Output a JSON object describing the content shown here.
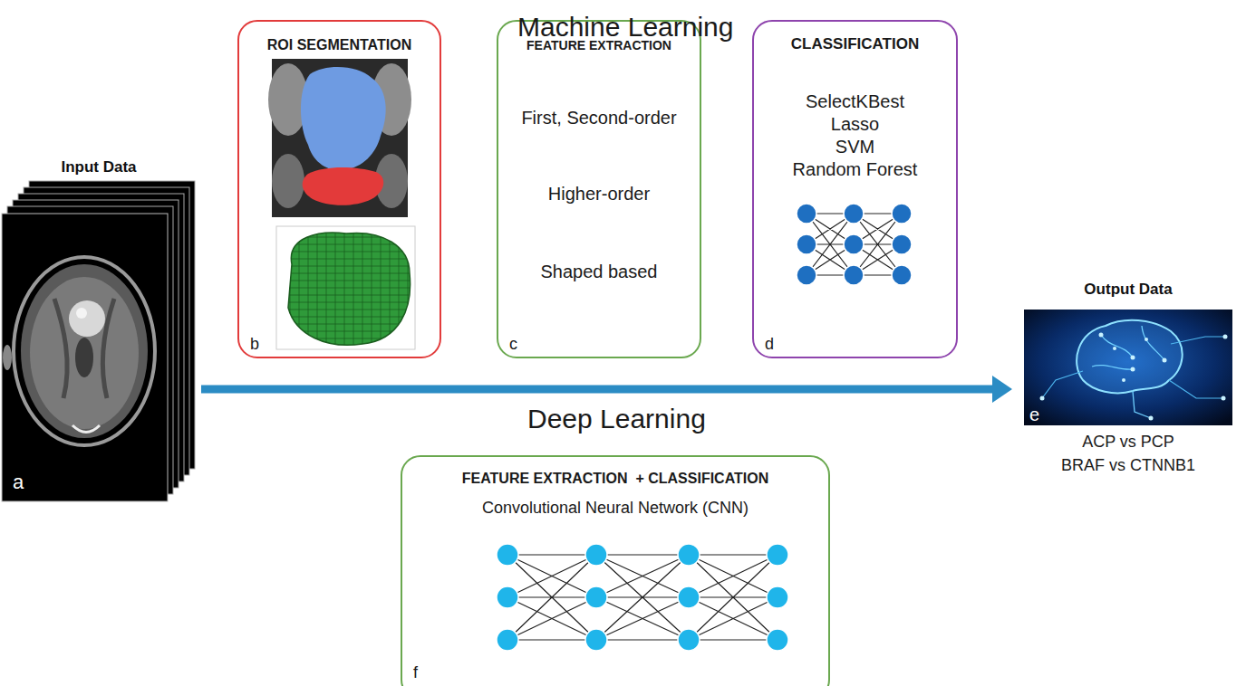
{
  "diagram": {
    "nodes": [
      {
        "text": [
          "Input Data",
          "a"
        ]
      },
      {
        "text": [
          "ROI SEGMENTATION",
          "b"
        ]
      },
      {
        "text": [
          "FEATURE EXTRACTION",
          "First, Second-order",
          "Higher-order",
          "Shaped based",
          "c"
        ]
      },
      {
        "text": [
          "CLASSIFICATION",
          "SelectKBest",
          "Lasso",
          "SVM",
          "Random Forest",
          "d"
        ]
      },
      {
        "text": [
          "Output Data",
          "e",
          "ACP vs PCP",
          "BRAF vs CTNNB1"
        ]
      },
      {
        "text": [
          "FEATURE EXTRACTION  + CLASSIFICATION",
          "Convolutional Neural Network (CNN)",
          "f"
        ]
      }
    ],
    "edges": [
      {
        "from": 0,
        "to": 4,
        "arrow": "to"
      }
    ],
    "labels": [
      "Machine Learning",
      "Deep Learning"
    ]
  }
}
